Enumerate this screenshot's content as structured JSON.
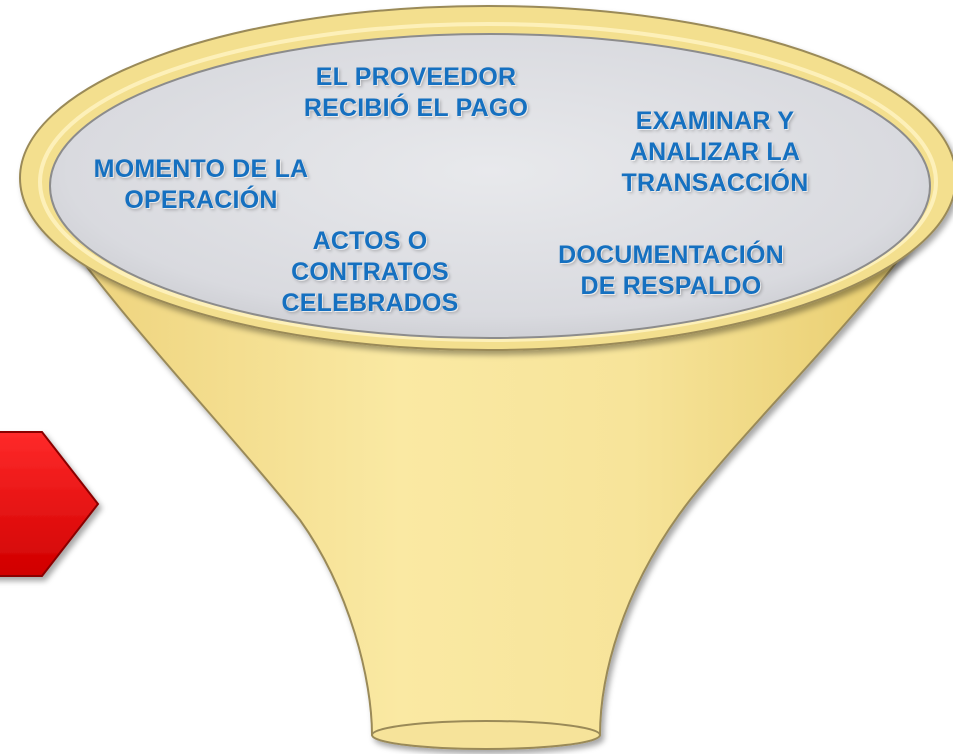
{
  "colors": {
    "funnel_body": "#f7e49a",
    "funnel_rim": "#f3df8e",
    "funnel_opening": "#dcdde2",
    "text": "#1570c0",
    "arrow": "#e60000"
  },
  "arrow": {
    "icon": "red-chevron-arrow"
  },
  "funnel": {
    "items": [
      {
        "lines": [
          "EL PROVEEDOR",
          "RECIBIÓ EL PAGO"
        ]
      },
      {
        "lines": [
          "EXAMINAR Y",
          "ANALIZAR LA",
          "TRANSACCIÓN"
        ]
      },
      {
        "lines": [
          "MOMENTO DE LA",
          "OPERACIÓN"
        ]
      },
      {
        "lines": [
          "ACTOS O",
          "CONTRATOS",
          "CELEBRADOS"
        ]
      },
      {
        "lines": [
          "DOCUMENTACIÓN",
          "DE RESPALDO"
        ]
      }
    ]
  }
}
